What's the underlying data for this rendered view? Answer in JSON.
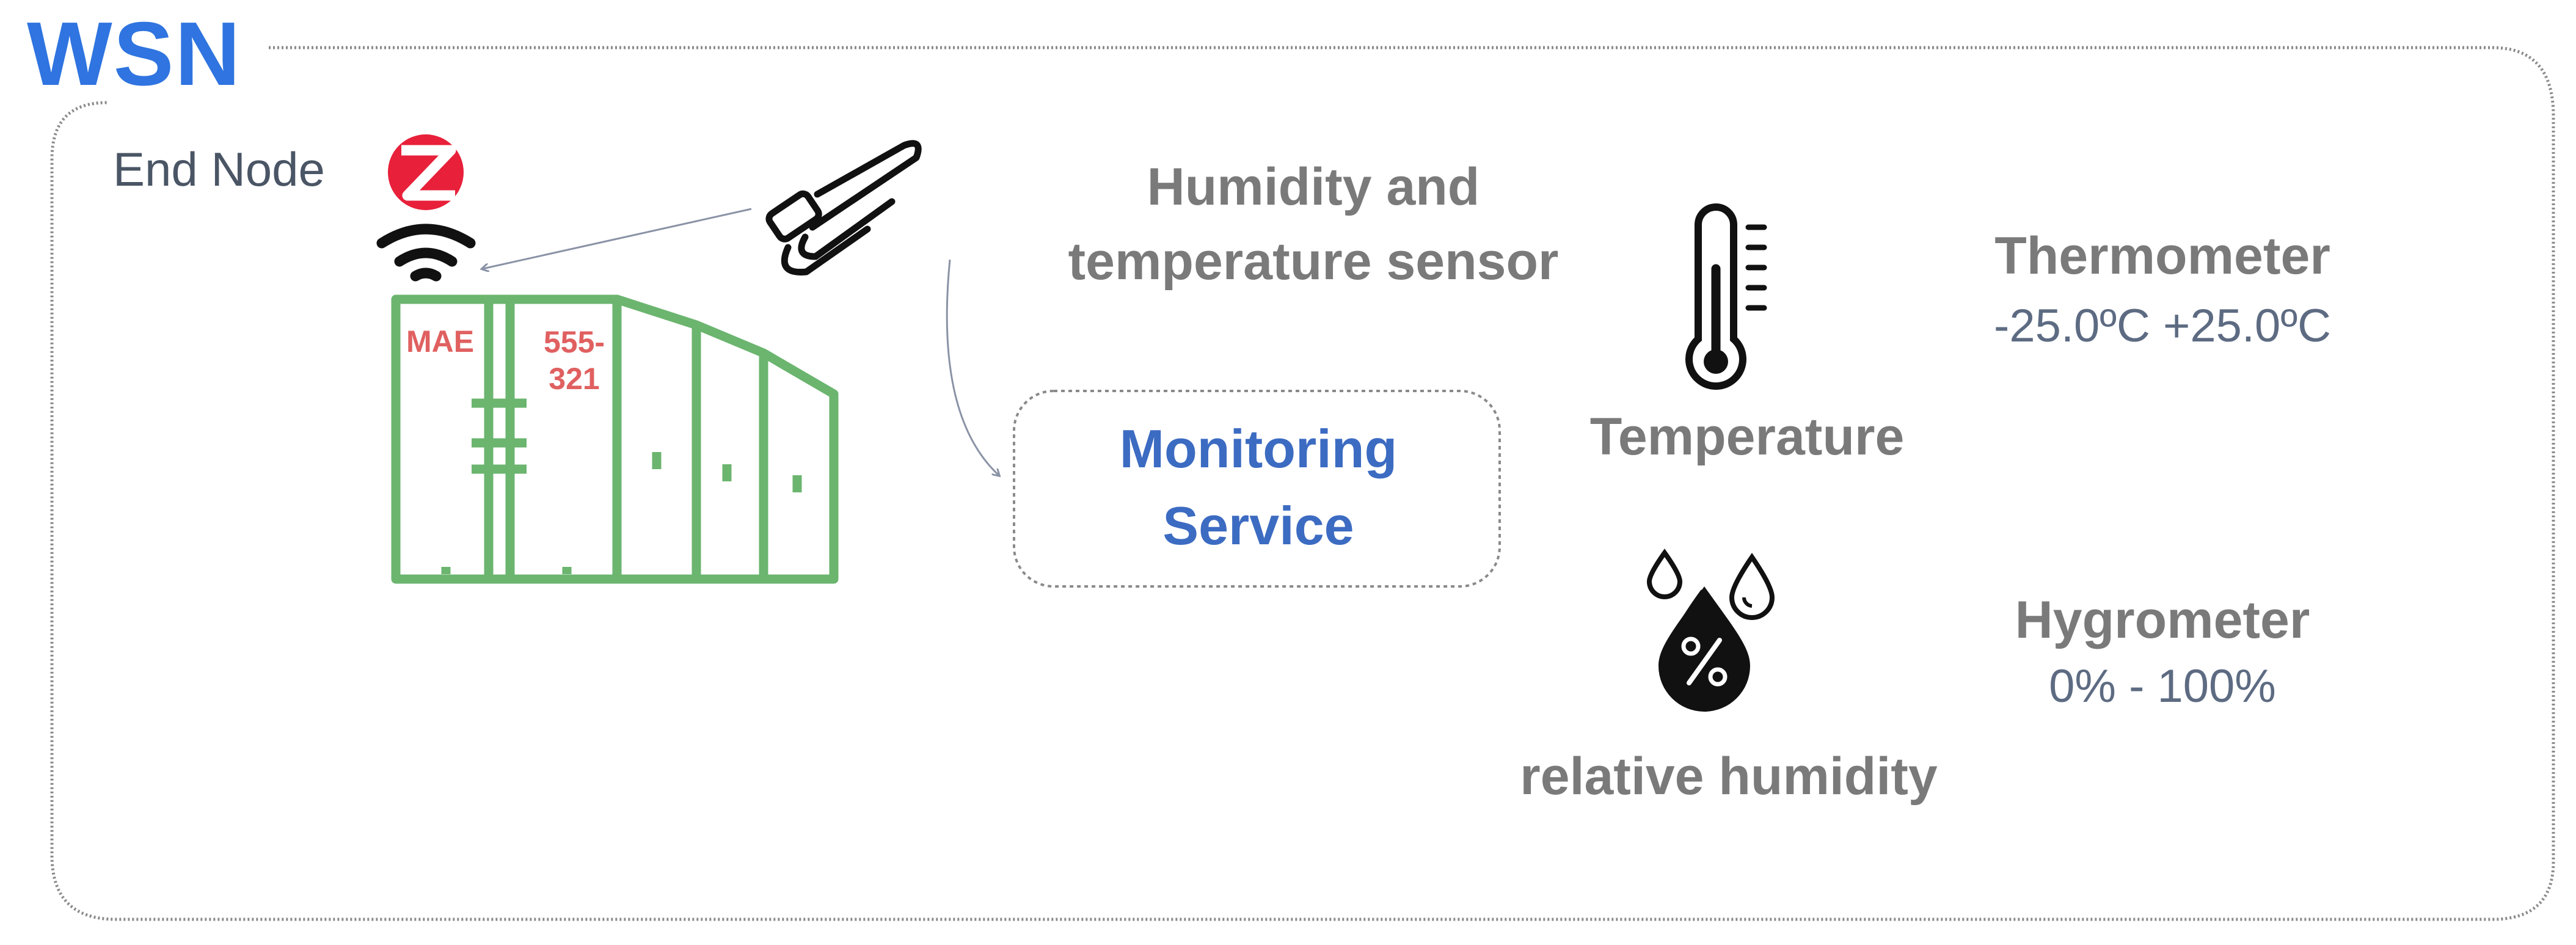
{
  "title": "WSN",
  "end_node": {
    "label": "End Node",
    "zigbee_icon": "zigbee-logo-icon",
    "wifi_icon": "wireless-signal-icon",
    "cabinet_icon": "switchgear-cabinet-icon",
    "cabinet_text": {
      "left": "MAE",
      "right": "555-\n321"
    }
  },
  "sensor": {
    "label": "Humidity and\ntemperature sensor",
    "icon": "humidity-temperature-probe-icon"
  },
  "monitoring_service": {
    "label": "Monitoring\nService"
  },
  "temperature": {
    "icon": "thermometer-icon",
    "label": "Temperature",
    "instrument": "Thermometer",
    "range": "-25.0ºC +25.0ºC"
  },
  "humidity": {
    "icon": "humidity-drops-icon",
    "label": "relative humidity",
    "instrument": "Hygrometer",
    "range": "0% - 100%"
  },
  "colors": {
    "title": "#2f74e0",
    "cabinet": "#6bb56f",
    "cabinet_text": "#e06060",
    "service_text": "#3c6bc2",
    "label_gray": "#7a7a7a",
    "range_text": "#5d6b82",
    "zigbee": "#e8203a",
    "border": "#8a8a8a"
  }
}
